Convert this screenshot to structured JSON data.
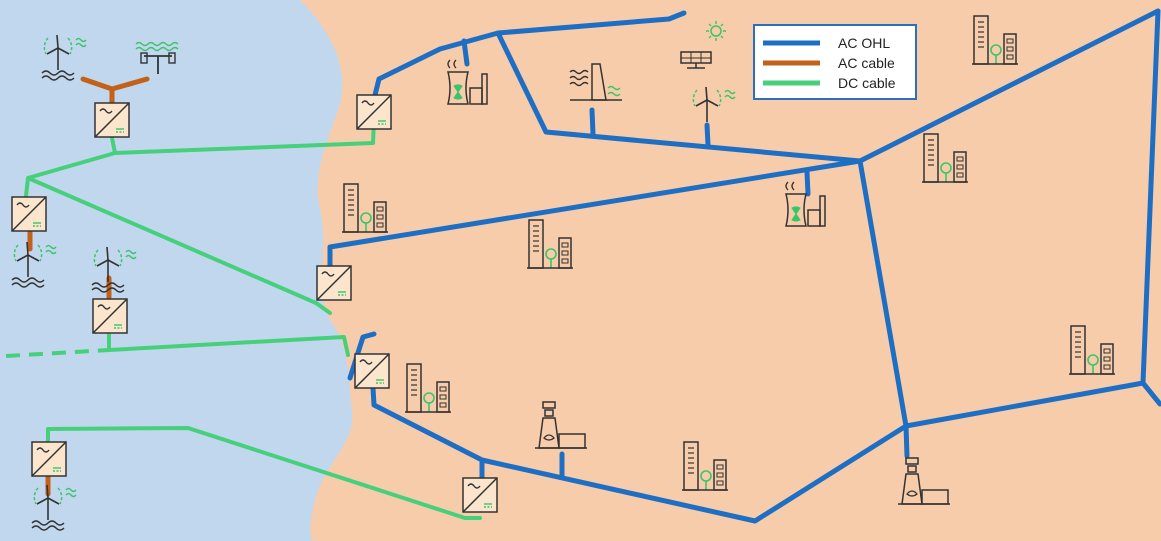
{
  "legend": {
    "items": [
      {
        "label": "AC OHL",
        "color": "#1e6fc4"
      },
      {
        "label": "AC cable",
        "color": "#c2611a"
      },
      {
        "label": "DC cable",
        "color": "#47d07b"
      }
    ]
  },
  "colors": {
    "sea": "#c0d7ee",
    "land": "#f7ccab",
    "ac_ohl": "#1e6fc4",
    "ac_cable": "#c2611a",
    "dc_cable": "#47d07b",
    "icon_stroke": "#333333",
    "icon_accent": "#3cc46b"
  },
  "icons": [
    "offshore-wind-turbine-icon",
    "tidal-turbine-icon",
    "converter-station-icon",
    "nuclear-plant-icon",
    "hydro-dam-icon",
    "solar-panel-icon",
    "onshore-wind-turbine-icon",
    "city-buildings-icon",
    "thermal-plant-icon",
    "sun-icon"
  ]
}
